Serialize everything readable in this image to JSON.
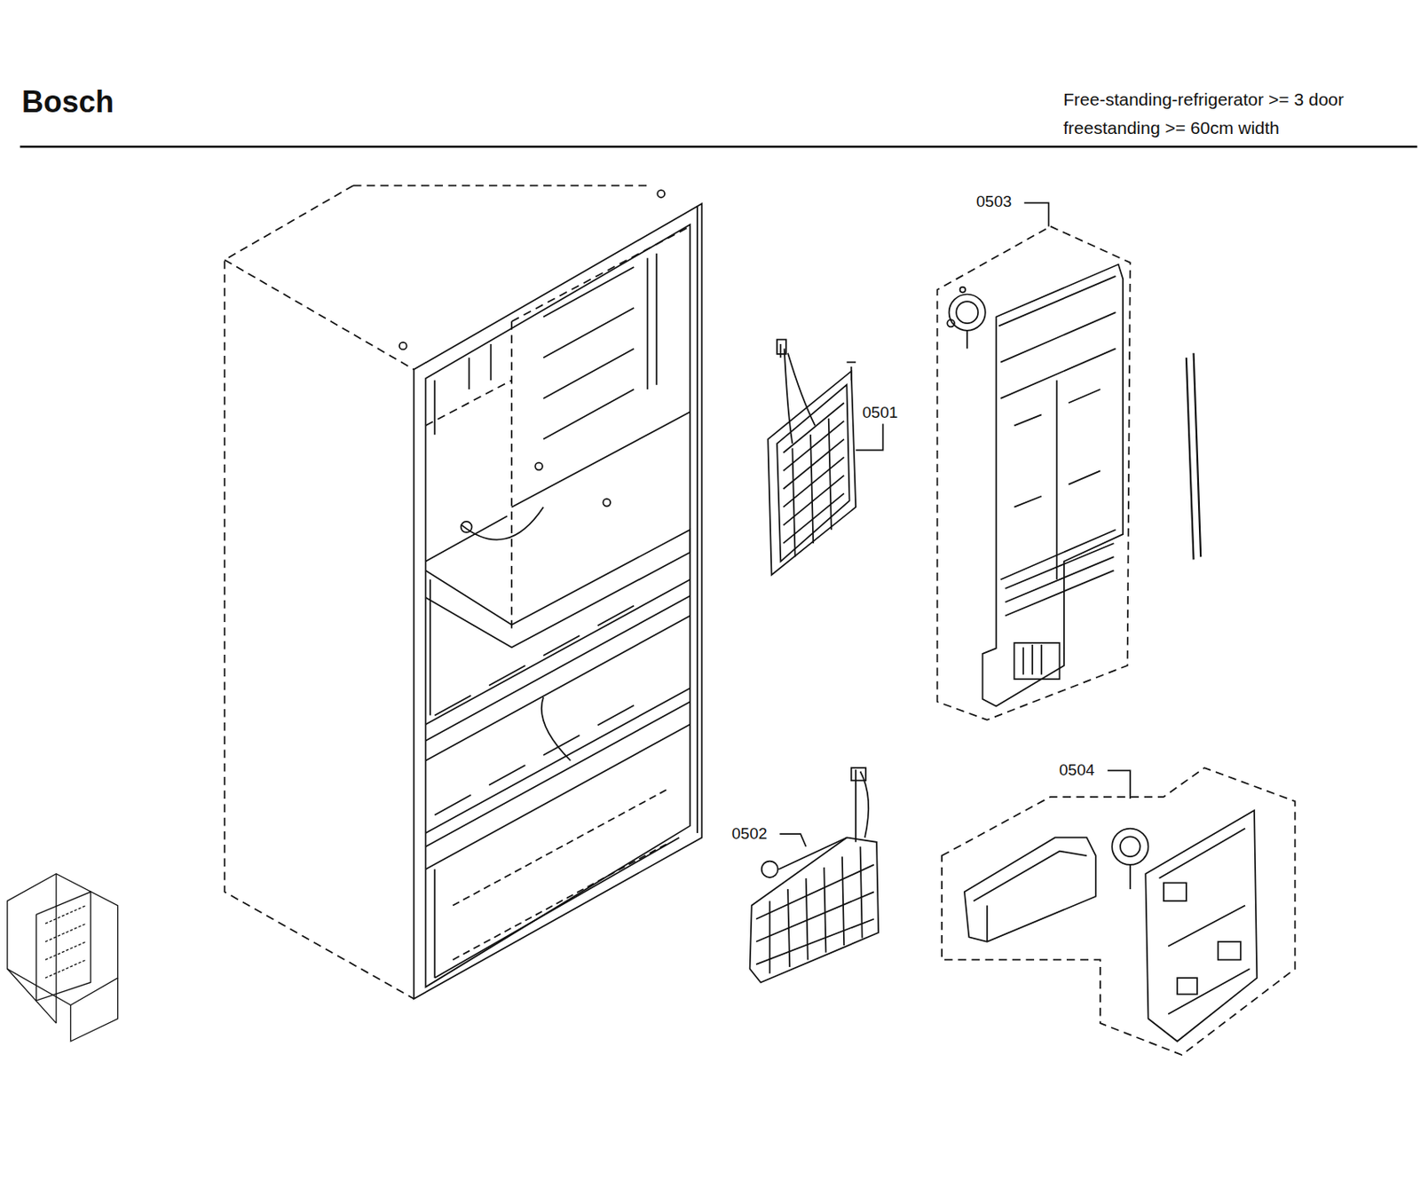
{
  "diagram": {
    "title": "Bosch",
    "labels": [
      "Free-standing-refrigerator >= 3 door freestanding >= 60cm width",
      "0503",
      "0501",
      "0502",
      "0504"
    ]
  }
}
